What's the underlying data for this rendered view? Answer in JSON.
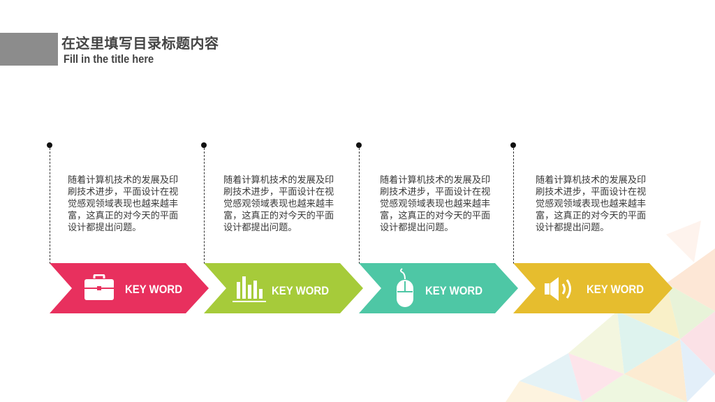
{
  "header": {
    "title_cn": "在这里填写目录标题内容",
    "title_en": "Fill in the title here"
  },
  "colors": {
    "title_block": "#8c8c8c",
    "step1": "#e8305e",
    "step2": "#a6cb3a",
    "step3": "#4ec7a5",
    "step4": "#e6bd2e"
  },
  "steps": [
    {
      "text": "随着计算机技术的发展及印刷技术进步，平面设计在视觉感观领域表现也越来越丰富，这真正的对今天的平面设计都提出问题。",
      "keyword": "KEY WORD",
      "icon": "briefcase-icon"
    },
    {
      "text": "随着计算机技术的发展及印刷技术进步，平面设计在视觉感观领域表现也越来越丰富，这真正的对今天的平面设计都提出问题。",
      "keyword": "KEY WORD",
      "icon": "bar-chart-icon"
    },
    {
      "text": "随着计算机技术的发展及印刷技术进步，平面设计在视觉感观领域表现也越来越丰富，这真正的对今天的平面设计都提出问题。",
      "keyword": "KEY WORD",
      "icon": "mouse-icon"
    },
    {
      "text": "随着计算机技术的发展及印刷技术进步，平面设计在视觉感观领域表现也越来越丰富，这真正的对今天的平面设计都提出问题。",
      "keyword": "KEY WORD",
      "icon": "speaker-icon"
    }
  ]
}
